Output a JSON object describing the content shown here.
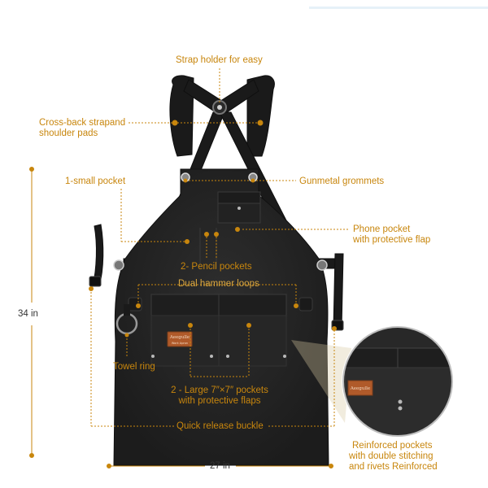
{
  "labels": {
    "strap_holder": "Strap holder for easy",
    "cross_back_line1": "Cross-back strapand",
    "cross_back_line2": "shoulder pads",
    "small_pocket": "1-small pocket",
    "grommets": "Gunmetal grommets",
    "phone_line1": "Phone pocket",
    "phone_line2": "with protective flap",
    "pencil": "2- Pencil pockets",
    "hammer": "Dual hammer loops",
    "towel": "Towel ring",
    "large_line1": "2 - Large 7″×7″ pockets",
    "large_line2": "with protective flaps",
    "buckle": "Quick release buckle",
    "reinforced_line1": "Reinforced pockets",
    "reinforced_line2": "with double stitching",
    "reinforced_line3": "and rivets Reinforced",
    "height": "34 in",
    "width": "27 in"
  },
  "brand": {
    "name": "Aeegulle",
    "tag": "Work Apron"
  },
  "colors": {
    "accent": "#c8860d",
    "apron": "#252525",
    "strap": "#1a1a1a",
    "rivet": "#b9b9b9"
  }
}
